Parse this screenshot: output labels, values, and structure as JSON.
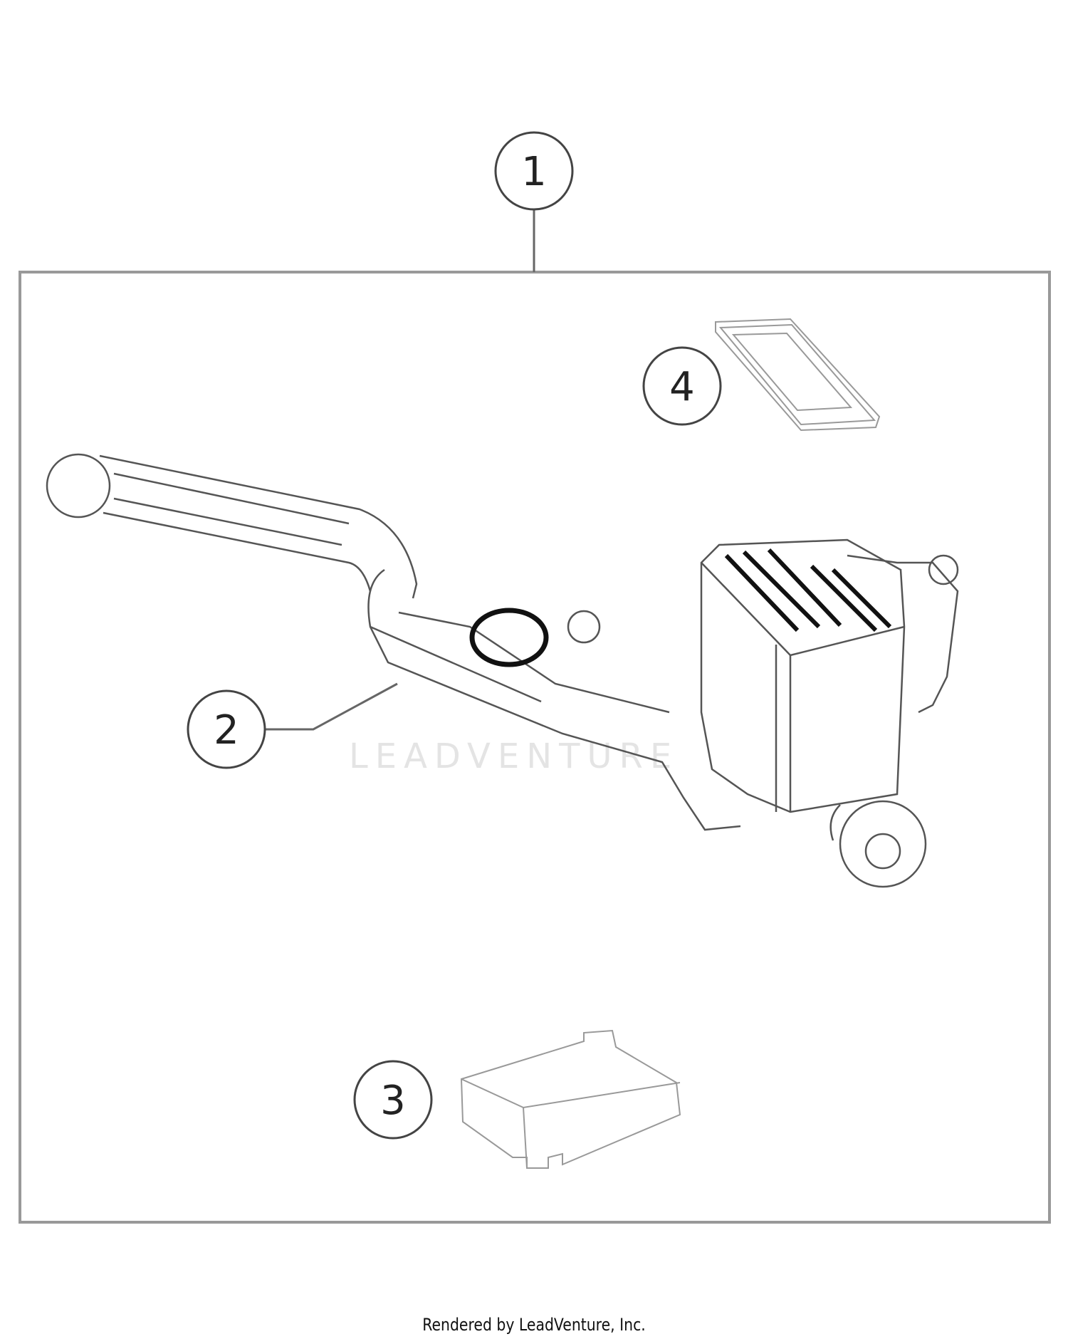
{
  "diagram": {
    "callouts": [
      {
        "label": "1",
        "part": "assembly"
      },
      {
        "label": "2",
        "part": "lever-master-cylinder"
      },
      {
        "label": "3",
        "part": "block"
      },
      {
        "label": "4",
        "part": "gasket"
      }
    ],
    "watermark": "LEADVENTURE",
    "colors": {
      "frame": "#999999",
      "line": "#555555",
      "text": "#222222"
    }
  },
  "footer": {
    "text": "Rendered by LeadVenture, Inc."
  }
}
